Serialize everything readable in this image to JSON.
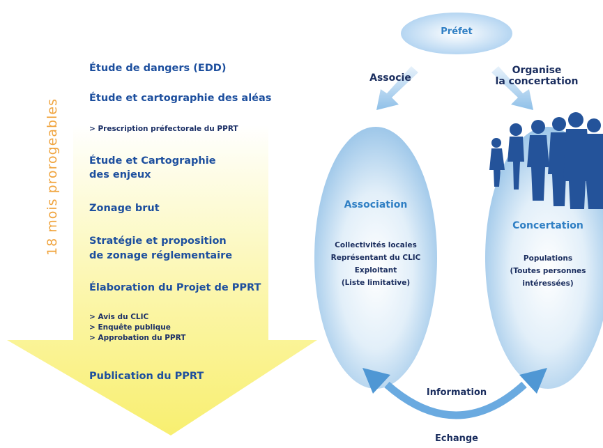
{
  "timeline": {
    "duration_label": "18 mois prorogeables",
    "steps": [
      "Étude de dangers (EDD)",
      "Étude et cartographie des aléas",
      "Étude et Cartographie",
      "des enjeux",
      "Zonage brut",
      "Stratégie et proposition",
      "de zonage réglementaire",
      "Élaboration du Projet de PPRT",
      "Publication du PPRT"
    ],
    "substeps": [
      "> Prescription préfectorale du PPRT",
      "> Avis du CLIC",
      "> Enquête publique",
      "> Approbation du PPRT"
    ]
  },
  "cycle": {
    "prefet": "Préfet",
    "associe": "Associe",
    "organise": [
      "Organise",
      "la concertation"
    ],
    "association": {
      "title": "Association",
      "lines": [
        "Collectivités locales",
        "Représentant du CLIC",
        "Exploitant",
        "(Liste limitative)"
      ]
    },
    "concertation": {
      "title": "Concertation",
      "lines": [
        "Populations",
        "(Toutes personnes",
        "intéressées)"
      ]
    },
    "information": "Information",
    "echange": "Echange"
  },
  "colors": {
    "arrow_yellow": "#fbf283",
    "step_blue": "#1d4f9e",
    "orange": "#f0a540",
    "oval_blue": "#9cc6ea",
    "arrow_blue": "#5aa0d8"
  }
}
